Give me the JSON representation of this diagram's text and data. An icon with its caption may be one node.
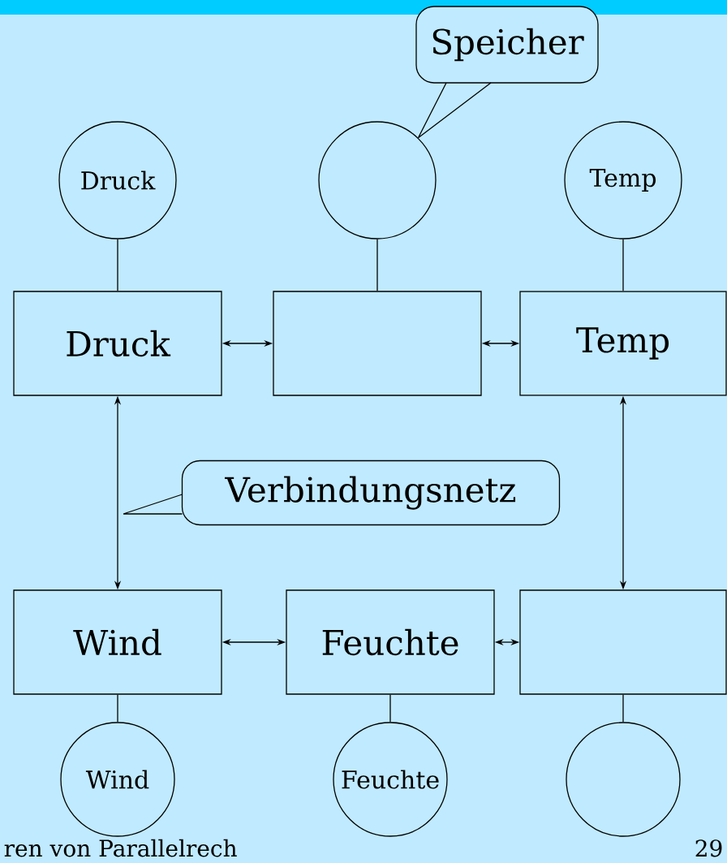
{
  "diagram": {
    "nodes": [
      {
        "text": [
          "Druck"
        ]
      },
      {
        "text": [],
        "shape": "circle"
      },
      {
        "text": [
          "Temp"
        ]
      },
      {
        "text": [
          "Druck"
        ]
      },
      {
        "text": [],
        "shape": "box"
      },
      {
        "text": [
          "Temp"
        ]
      },
      {
        "text": [
          "Wind"
        ]
      },
      {
        "text": [
          "Feuchte"
        ]
      },
      {
        "text": [],
        "shape": "box"
      },
      {
        "text": [
          "Wind"
        ]
      },
      {
        "text": [
          "Feuchte"
        ]
      },
      {
        "text": [],
        "shape": "circle"
      },
      {
        "text": [
          "Speicher"
        ]
      },
      {
        "text": [
          "Verbindungsnetz"
        ]
      }
    ],
    "edges": [
      {
        "from": 0,
        "to": 3,
        "arrow": "none"
      },
      {
        "from": 1,
        "to": 4,
        "arrow": "none"
      },
      {
        "from": 2,
        "to": 5,
        "arrow": "none"
      },
      {
        "from": 3,
        "to": 4,
        "arrow": "both"
      },
      {
        "from": 4,
        "to": 5,
        "arrow": "both"
      },
      {
        "from": 3,
        "to": 6,
        "arrow": "both"
      },
      {
        "from": 5,
        "to": 8,
        "arrow": "both"
      },
      {
        "from": 6,
        "to": 7,
        "arrow": "both"
      },
      {
        "from": 7,
        "to": 8,
        "arrow": "both"
      },
      {
        "from": 6,
        "to": 9,
        "arrow": "none"
      },
      {
        "from": 7,
        "to": 10,
        "arrow": "none"
      },
      {
        "from": 8,
        "to": 11,
        "arrow": "none"
      },
      {
        "from": 12,
        "to": 1,
        "arrow": "none"
      },
      {
        "from": 13,
        "to": null,
        "arrow": "none"
      }
    ],
    "labels": [
      "ren von Parallelrech",
      "29"
    ]
  }
}
